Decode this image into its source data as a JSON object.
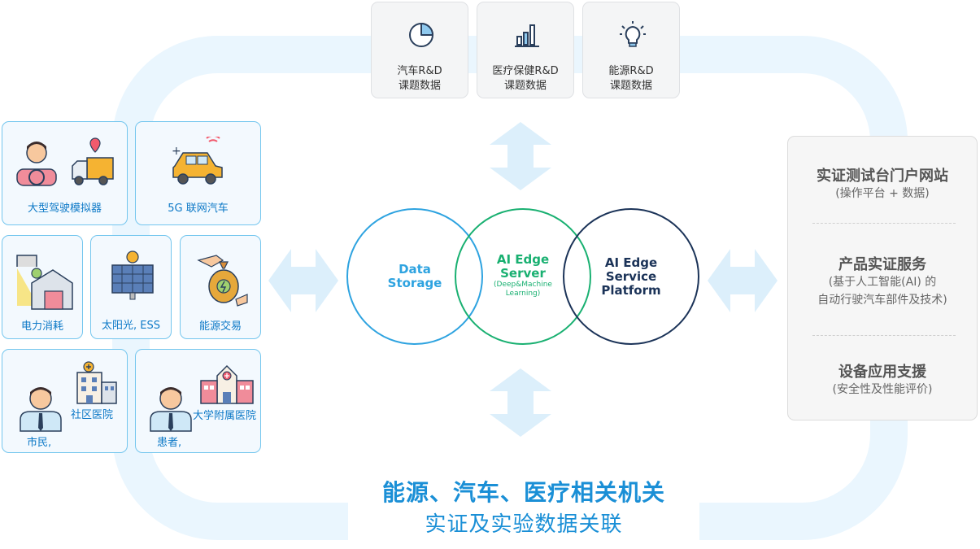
{
  "top_cards": [
    {
      "icon": "pie-chart-icon",
      "line1": "汽车R&D",
      "line2": "课题数据"
    },
    {
      "icon": "bar-chart-icon",
      "line1": "医疗保健R&D",
      "line2": "课题数据"
    },
    {
      "icon": "lightbulb-icon",
      "line1": "能源R&D",
      "line2": "课题数据"
    }
  ],
  "left_cards": {
    "simulator": "大型驾驶模拟器",
    "connected_car": "5G 联网汽车",
    "power": "电力消耗",
    "solar": "太阳光, ESS",
    "energy_trade": "能源交易",
    "citizen": "市民,",
    "community_hospital": "社区医院",
    "patient": "患者,",
    "university_hospital": "大学附属医院"
  },
  "venn": {
    "left": {
      "line1": "Data",
      "line2": "Storage"
    },
    "center": {
      "line1": "AI Edge",
      "line2": "Server",
      "sub1": "(Deep&Machine",
      "sub2": "Learning)"
    },
    "right": {
      "line1": "AI Edge",
      "line2": "Service",
      "line3": "Platform"
    }
  },
  "right_panel": {
    "s1_title": "实证测试台门户网站",
    "s1_sub": "(操作平台 + 数据)",
    "s2_title": "产品实证服务",
    "s2_sub1": "(基于人工智能(AI) 的",
    "s2_sub2": "自动行驶汽车部件及技术)",
    "s3_title": "设备应用支援",
    "s3_sub": "(安全性及性能评价)"
  },
  "bottom": {
    "line1": "能源、汽车、医疗相关机关",
    "line2": "实证及实验数据关联"
  },
  "colors": {
    "loop": "#eaf6fe",
    "arrow": "#dceffb",
    "card_border": "#74c6ee",
    "card_text": "#0d79c7",
    "circle_left": "#2ea3e0",
    "circle_center": "#19b071",
    "circle_right": "#1b3358",
    "heading_blue": "#1a8fd6"
  }
}
